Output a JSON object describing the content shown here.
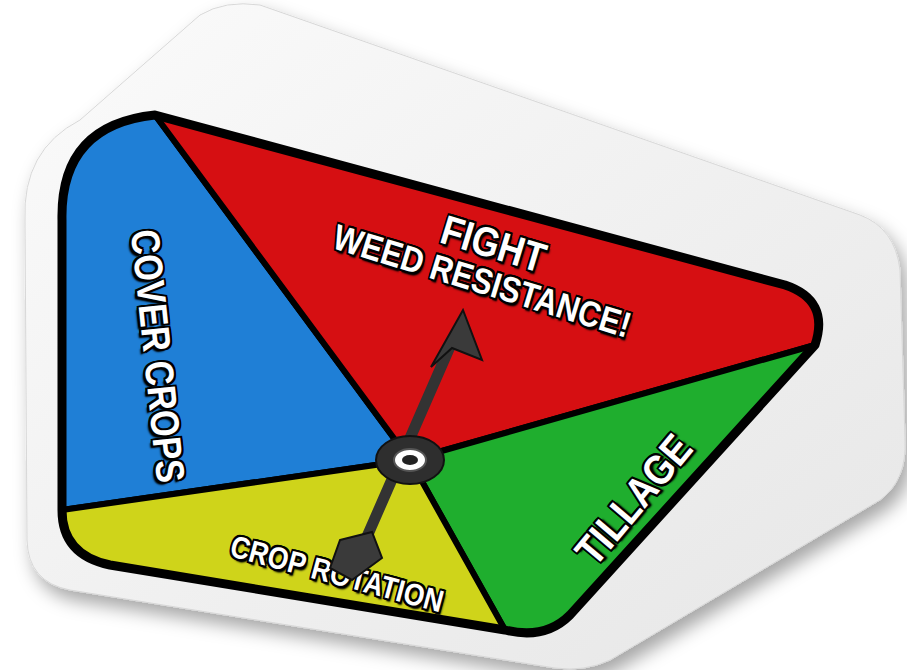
{
  "diagram": {
    "nodes": [
      {
        "text": [
          "COVER CROPS"
        ]
      },
      {
        "text": [
          "FIGHT WEED RESISTANCE!"
        ]
      },
      {
        "text": [
          "TILLAGE"
        ]
      },
      {
        "text": [
          "CROP ROTATION"
        ]
      }
    ]
  }
}
